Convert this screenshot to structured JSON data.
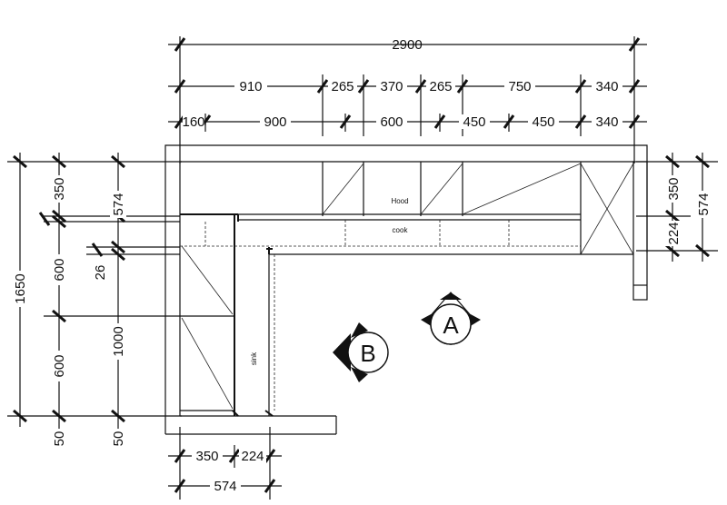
{
  "top_dims": {
    "overall": "2900",
    "row2": [
      "910",
      "265",
      "370",
      "265",
      "750",
      "340"
    ],
    "row3": [
      "160",
      "900",
      "600",
      "450",
      "450",
      "340"
    ]
  },
  "left_dims": {
    "overall": "1650",
    "col2": [
      "350",
      "600",
      "600",
      "50"
    ],
    "col3": [
      "574",
      "26",
      "1000",
      "50"
    ]
  },
  "right_dims": [
    "350",
    "224",
    "574"
  ],
  "bottom_dims": {
    "row1": [
      "350",
      "224"
    ],
    "row2": "574"
  },
  "labels": {
    "hood": "Hood",
    "cook": "cook",
    "sink": "sink"
  },
  "markers": {
    "a": "A",
    "b": "B"
  }
}
